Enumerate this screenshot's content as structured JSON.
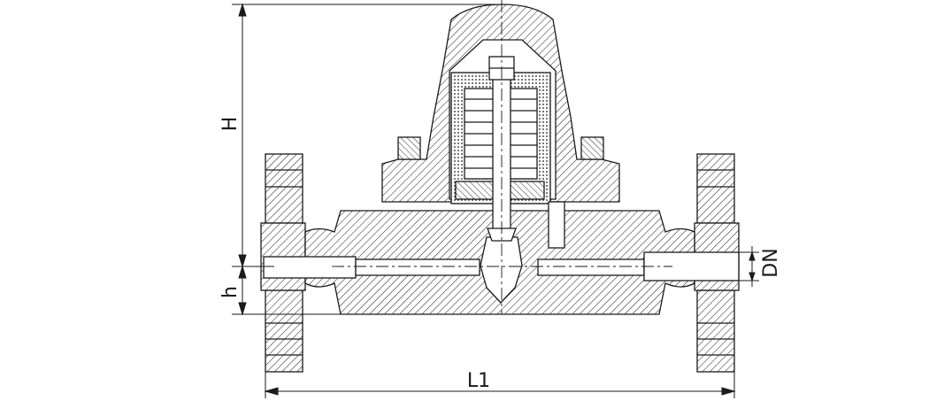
{
  "drawing": {
    "type": "valve cross-section technical drawing",
    "stroke_color": "#1a1a1a",
    "background": "#ffffff",
    "dimensions": {
      "height_label": "H",
      "height_low_label": "h",
      "bore_label": "DN",
      "length_label": "L1"
    }
  }
}
